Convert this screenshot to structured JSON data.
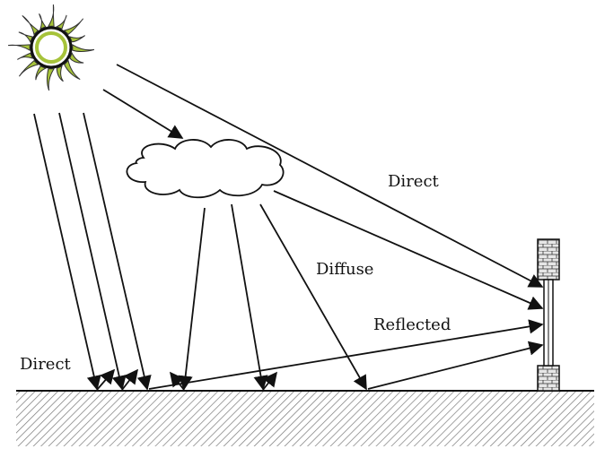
{
  "labels": {
    "direct_top": "Direct",
    "diffuse": "Diffuse",
    "reflected": "Reflected",
    "direct_left": "Direct"
  },
  "icons": {
    "sun": "sun-icon",
    "cloud": "cloud-icon",
    "wall": "wall-icon",
    "ground": "ground-icon"
  },
  "colors": {
    "sun_ray": "#a6c33a",
    "stroke": "#111111",
    "ground_hatch": "#666666",
    "brick": "#dcdcdc"
  }
}
